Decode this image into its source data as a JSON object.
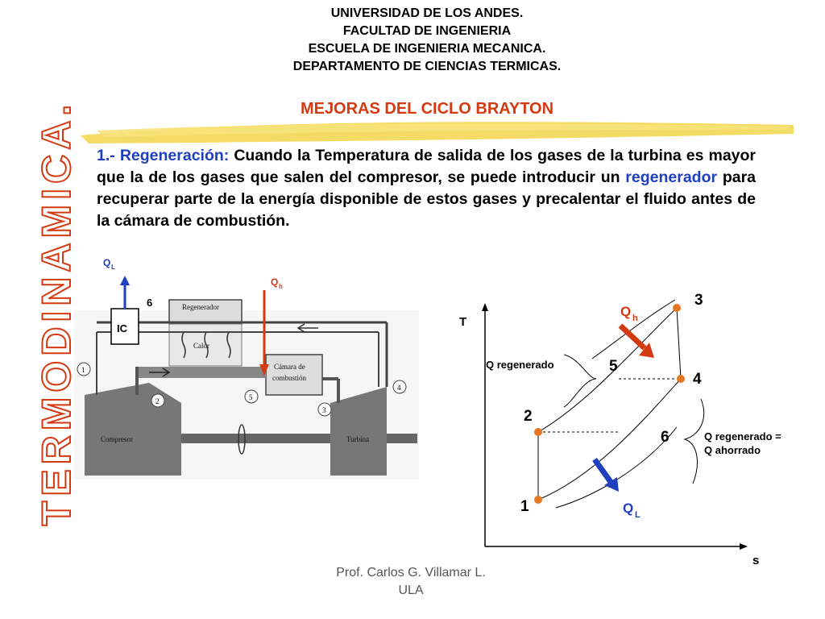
{
  "header": {
    "line1": "UNIVERSIDAD DE LOS ANDES.",
    "line2": "FACULTAD DE INGENIERIA",
    "line3": "ESCUELA DE INGENIERIA MECANICA.",
    "line4": "DEPARTAMENTO DE CIENCIAS TERMICAS."
  },
  "slide_title": "MEJORAS DEL CICLO BRAYTON",
  "side_title": "TERMODINAMICA.",
  "body": {
    "prefix_number": "1.-",
    "prefix_term": "Regeneración:",
    "text1": "Cuando la Temperatura de salida de los gases de la turbina es mayor que la de los gases que salen del compresor, se puede introducir un",
    "term": "regenerador",
    "text2": "para recuperar parte de la energía disponible de estos gases y precalentar el fluido antes de la cámara de combustión."
  },
  "schematic": {
    "ql_q": "Q",
    "ql_sub": "L",
    "qh_q": "Q",
    "qh_sub": "h",
    "ic": "IC",
    "state6": "6",
    "regenerador": "Regenerador",
    "calor": "Calor",
    "camara_line1": "Cámara de",
    "camara_line2": "combustión",
    "compresor": "Compresor",
    "turbina": "Turbina",
    "n1": "1",
    "n2": "2",
    "n3": "3",
    "n4": "4",
    "n5": "5"
  },
  "ts_diagram": {
    "axis_t": "T",
    "axis_s": "s",
    "p1": "1",
    "p2": "2",
    "p3": "3",
    "p4": "4",
    "p5": "5",
    "p6": "6",
    "qh_q": "Q",
    "qh_sub": "h",
    "ql_q": "Q",
    "ql_sub": "L",
    "q_regenerado": "Q regenerado",
    "q_regenerado_eq": "Q regenerado =",
    "q_ahorrado": "Q ahorrado"
  },
  "footer": {
    "line1": "Prof. Carlos G. Villamar L.",
    "line2": "ULA"
  },
  "colors": {
    "accent_red": "#d33a12",
    "accent_blue": "#1f3fbf",
    "stripe_yellow": "#f2d54a",
    "point_orange": "#e87722"
  }
}
